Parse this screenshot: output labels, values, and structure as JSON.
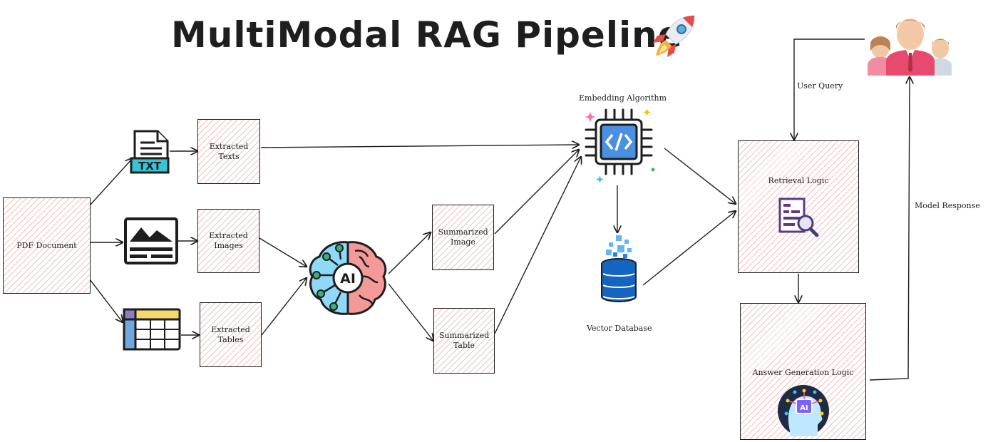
{
  "title": "MultiModal RAG Pipeline",
  "nodes": {
    "pdf_document": "PDF Document",
    "extracted_texts": "Extracted Texts",
    "extracted_images": "Extracted Images",
    "extracted_tables": "Extracted Tables",
    "summarized_image": "Summarized Image",
    "summarized_table": "Summarized Table",
    "embedding_algorithm": "Embedding Algorithm",
    "vector_database": "Vector Database",
    "retrieval_logic": "Retrieval Logic",
    "answer_generation_logic": "Answer Generation Logic"
  },
  "icons": {
    "txt_file": "TXT",
    "ai_brain": "AI",
    "ai_head": "AI",
    "rocket": "rocket-icon"
  },
  "edge_labels": {
    "user_query": "User Query",
    "model_response": "Model Response"
  },
  "colors": {
    "hatch": "#e03131",
    "stroke": "#1e1e1e",
    "chip_blue": "#4a90e2",
    "brain_blue": "#7fd3f7",
    "brain_pink": "#f38c8c",
    "db_blue": "#1565c0"
  }
}
